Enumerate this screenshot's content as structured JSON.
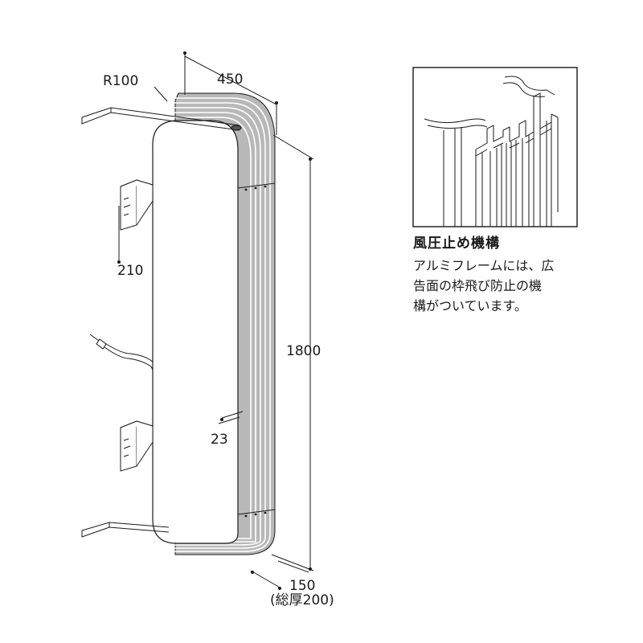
{
  "dimensions": {
    "radius": "R100",
    "width": "450",
    "height": "1800",
    "bracket_spacing": "210",
    "frame_gap": "23",
    "depth": "150",
    "total_depth": "(総厚200)"
  },
  "detail": {
    "title": "風圧止め機構",
    "body_lines": [
      "アルミフレームには、広",
      "告面の枠飛び防止の機",
      "構がついています。"
    ]
  },
  "colors": {
    "line": "#1a1a1a",
    "frame_gray": "#8a8a8a",
    "frame_light": "#d0d0d0"
  }
}
